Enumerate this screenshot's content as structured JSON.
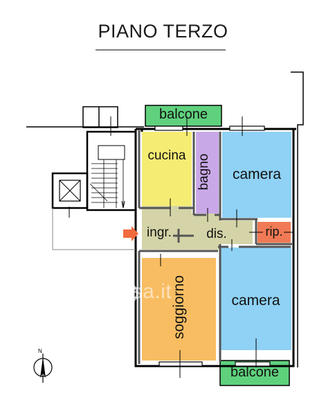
{
  "title": "PIANO TERZO",
  "rooms": {
    "balcone_top": "balcone",
    "cucina": "cucina",
    "bagno": "bagno",
    "camera_top": "camera",
    "ingresso": "ingr.",
    "disimpegno": "dis.",
    "ripostiglio": "rip.",
    "soggiorno": "soggiorno",
    "camera_bottom": "camera",
    "balcone_bottom": "balcone"
  },
  "watermark": "casa.it",
  "compass": {
    "north": "N"
  },
  "colors": {
    "balcone": "#5fd17d",
    "cucina": "#f5ec74",
    "bagno": "#c9a8e8",
    "camera": "#8fd2f5",
    "soggiorno": "#f8bd62",
    "ripostiglio": "#f07a55",
    "corridor": "#d4d4a8",
    "entrance_arrow": "#f26a3e"
  }
}
